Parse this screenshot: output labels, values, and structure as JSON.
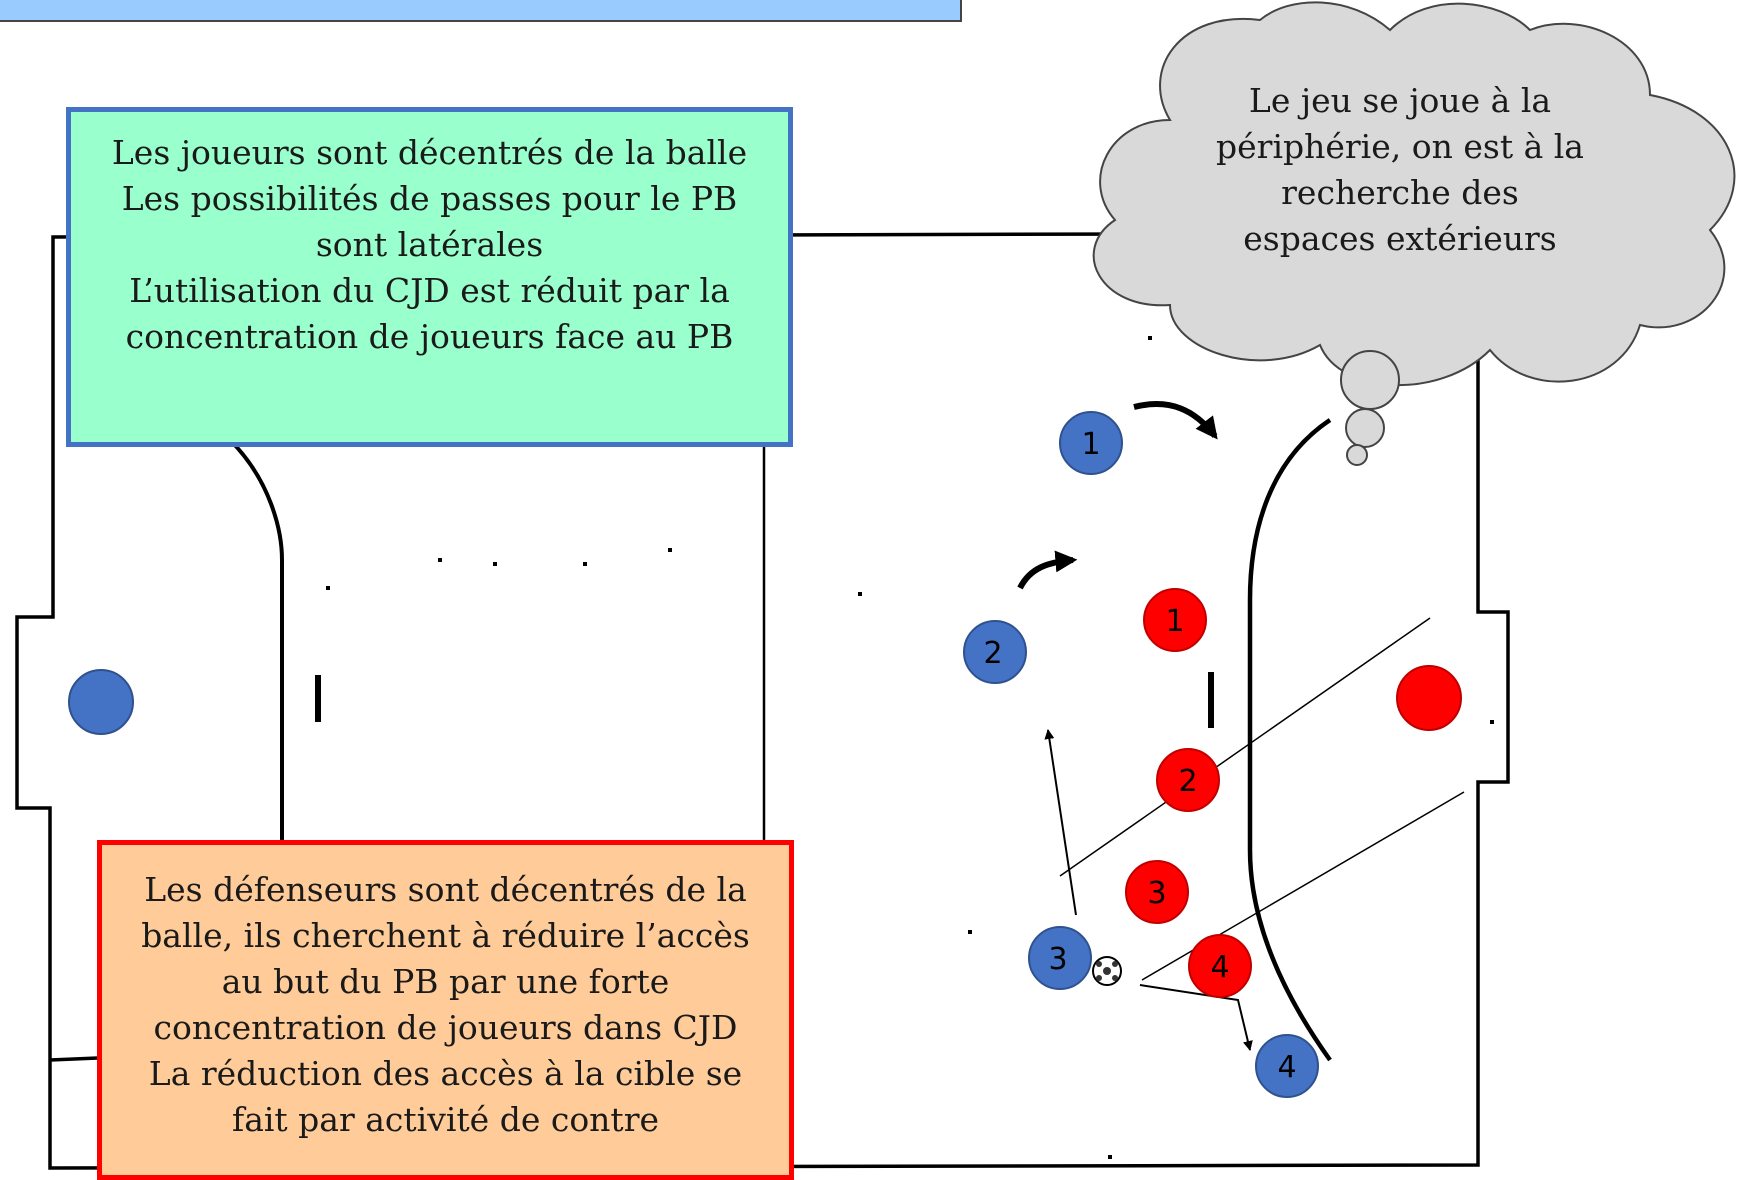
{
  "notes": {
    "attack": {
      "lines": [
        "Les joueurs sont décentrés de la balle",
        "Les possibilités de passes pour le PB",
        "sont latérales",
        "L’utilisation du CJD est réduit par la",
        "concentration de joueurs face au PB"
      ],
      "border_color": "#4472c4",
      "fill_color": "#99ffcc"
    },
    "defense": {
      "lines": [
        "Les défenseurs sont décentrés de la",
        "balle, ils cherchent à réduire l’accès",
        "au but du PB par une forte",
        "concentration de joueurs dans CJD",
        "La réduction des accès à la cible se",
        "fait par activité de contre"
      ],
      "border_color": "#ff0000",
      "fill_color": "#ffcc99"
    },
    "thought": {
      "lines": [
        "Le jeu se joue à la",
        "périphérie, on est à la",
        "recherche des",
        "espaces extérieurs"
      ],
      "fill_color": "#d9d9d9"
    }
  },
  "players": {
    "attackers": {
      "color": "#4472c4",
      "items": [
        {
          "label": "1"
        },
        {
          "label": "2"
        },
        {
          "label": "3"
        },
        {
          "label": "4"
        }
      ]
    },
    "defenders": {
      "color": "#ff0000",
      "items": [
        {
          "label": "1"
        },
        {
          "label": "2"
        },
        {
          "label": "3"
        },
        {
          "label": "4"
        }
      ]
    }
  },
  "goalkeepers": {
    "left_color": "#4472c4",
    "right_color": "#ff0000"
  },
  "ball": {
    "icon": "ball-icon"
  },
  "banner": {
    "color": "#99cbff"
  }
}
